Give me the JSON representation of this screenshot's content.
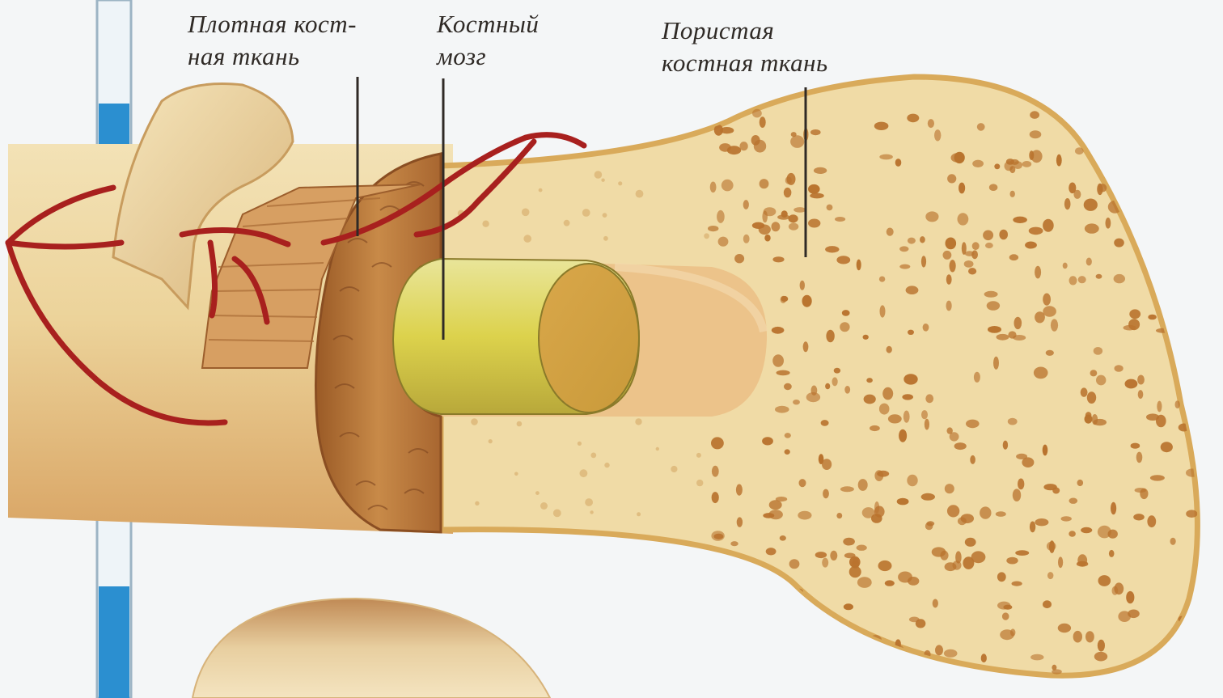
{
  "labels": {
    "compact_bone": {
      "line1": "Плотная кост-",
      "line2": "ная ткань"
    },
    "bone_marrow": {
      "line1": "Костный",
      "line2": "мозг"
    },
    "spongy_bone": {
      "line1": "Пористая",
      "line2": "костная ткань"
    }
  },
  "colors": {
    "background": "#f4f6f7",
    "bone_outer": "#efd9a6",
    "bone_cut_face": "#f2deaa",
    "bone_outline": "#d4a85a",
    "compact_ring": "#b87a3c",
    "marrow": "#e8e07a",
    "blood_vessel": "#a8201e",
    "pore_fill": "#b9732e",
    "ruler_blue": "#2b8fd0",
    "label_text": "#2f2a26"
  },
  "pores": {
    "count": 420
  }
}
